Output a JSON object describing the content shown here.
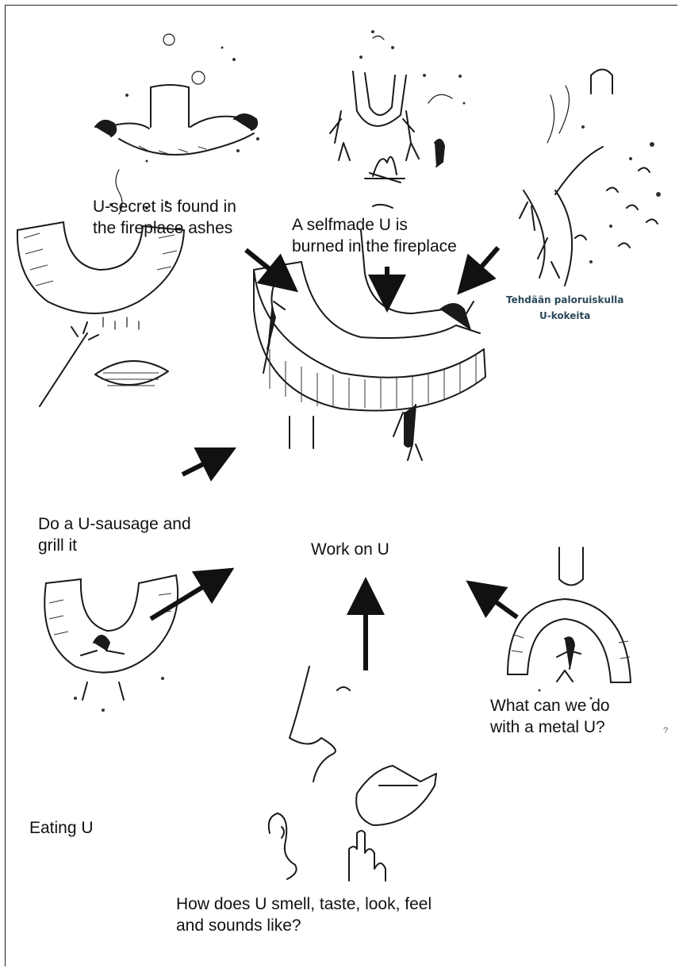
{
  "center": {
    "label": "Work on U"
  },
  "activities": [
    {
      "id": "secret",
      "lines": [
        "U-secret is found in",
        "the fireplace ashes"
      ]
    },
    {
      "id": "burned",
      "lines": [
        "A selfmade U is",
        "burned in the fireplace"
      ]
    },
    {
      "id": "experiments",
      "lines": [
        "Tehdään paloruiskulla",
        "U-kokeita"
      ]
    },
    {
      "id": "sausage",
      "lines": [
        "Do a U-sausage and",
        "grill it"
      ]
    },
    {
      "id": "eating",
      "lines": [
        "Eating U"
      ]
    },
    {
      "id": "senses",
      "lines": [
        "How does U smell, taste, look, feel",
        "and sounds like?"
      ]
    },
    {
      "id": "metal",
      "lines": [
        "What can we do",
        "with a metal U?"
      ]
    }
  ],
  "stray_mark": "?"
}
